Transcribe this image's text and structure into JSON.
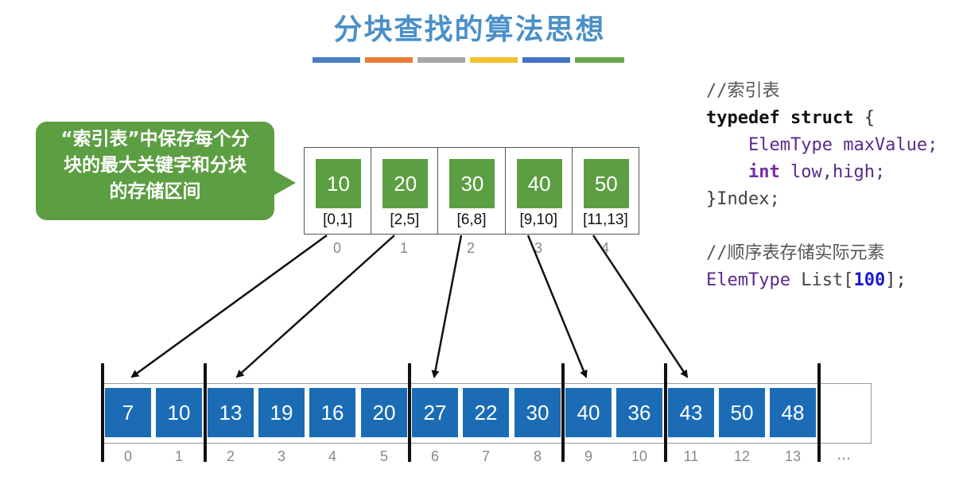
{
  "title": "分块查找的算法思想",
  "color_bar_colors": [
    "#4a7fc1",
    "#e87c34",
    "#a5a5a5",
    "#f6c02c",
    "#4572c4",
    "#6aa84f"
  ],
  "callout": {
    "line1": "“索引表”中保存每个分",
    "line2": "块的最大关键字和分块",
    "line3": "的存储区间"
  },
  "index_table": [
    {
      "max": "10",
      "range": "[0,1]",
      "idx": "0"
    },
    {
      "max": "20",
      "range": "[2,5]",
      "idx": "1"
    },
    {
      "max": "30",
      "range": "[6,8]",
      "idx": "2"
    },
    {
      "max": "40",
      "range": "[9,10]",
      "idx": "3"
    },
    {
      "max": "50",
      "range": "[11,13]",
      "idx": "4"
    }
  ],
  "code": {
    "c1": "//索引表",
    "l2_kw1": "typedef",
    "l2_kw2": "struct",
    "l2_brace": " {",
    "l3_type": "ElemType",
    "l3_field": "maxValue;",
    "l4_kw": "int",
    "l4_fields": "low,high;",
    "l5_close": "}",
    "l5_name": "Index;",
    "c2": "//顺序表存储实际元素",
    "l7_type": "ElemType",
    "l7_name": "List[",
    "l7_num": "100",
    "l7_end": "];"
  },
  "array": {
    "values": [
      "7",
      "10",
      "13",
      "19",
      "16",
      "20",
      "27",
      "22",
      "30",
      "40",
      "36",
      "43",
      "50",
      "48"
    ],
    "indices": [
      "0",
      "1",
      "2",
      "3",
      "4",
      "5",
      "6",
      "7",
      "8",
      "9",
      "10",
      "11",
      "12",
      "13"
    ],
    "ellipsis": "…"
  }
}
